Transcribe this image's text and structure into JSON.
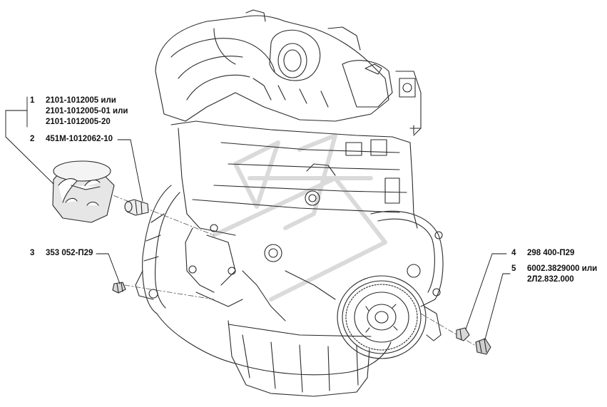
{
  "callouts": [
    {
      "number": "1",
      "lines": [
        "2101-1012005 или",
        "2101-1012005-01 или",
        "2101-1012005-20"
      ]
    },
    {
      "number": "2",
      "lines": [
        "451M-1012062-10"
      ]
    },
    {
      "number": "3",
      "lines": [
        "353 052-П29"
      ]
    },
    {
      "number": "4",
      "lines": [
        "298 400-П29"
      ]
    },
    {
      "number": "5",
      "lines": [
        "6002.3829000 или",
        "2Л2.832.000"
      ]
    }
  ]
}
